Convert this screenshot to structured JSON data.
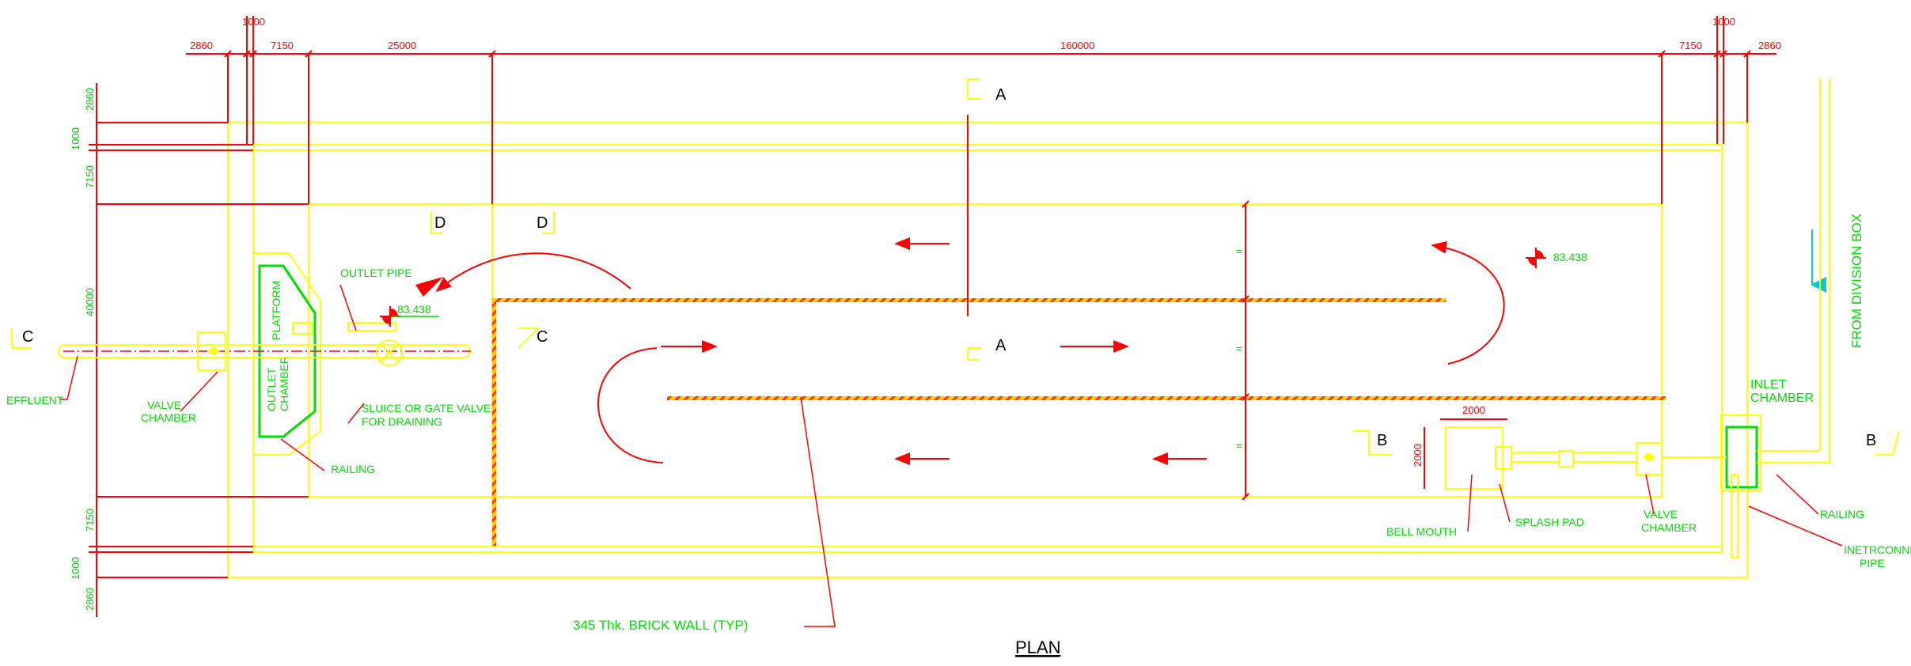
{
  "title": "PLAN",
  "dims_top": {
    "d2860_l": "2860",
    "d1000_l": "1000",
    "d7150_l": "7150",
    "d25000": "25000",
    "d160000": "160000",
    "d7150_r": "7150",
    "d1000_r": "1000",
    "d2860_r": "2860"
  },
  "dims_left": {
    "v2860_t": "2860",
    "v1000_t": "1000",
    "v7150_t": "7150",
    "v40000": "40000",
    "v7150_b": "7150",
    "v1000_b": "1000",
    "v2860_b": "2860"
  },
  "dims_splash": {
    "w": "2000",
    "h": "2000"
  },
  "sections": {
    "a_top": "A",
    "a_bot": "A",
    "b_left": "B",
    "b_right": "B",
    "c_left": "C",
    "c_mid": "C",
    "d_left": "D",
    "d_right": "D"
  },
  "labels": {
    "outlet_pipe": "OUTLET PIPE",
    "level_left": "83.438",
    "level_right": "83.438",
    "platform": "PLATFORM",
    "outlet_chamber_1": "OUTLET",
    "outlet_chamber_2": "CHAMBER",
    "effluent": "EFFLUENT",
    "valve_chamber_l1": "VALVE",
    "valve_chamber_l2": "CHAMBER",
    "sluice_1": "SLUICE OR GATE VALVE",
    "sluice_2": "FOR DRAINING",
    "railing_l": "RAILING",
    "brick_wall": "345 Thk. BRICK WALL (TYP)",
    "bell_mouth": "BELL MOUTH",
    "splash_pad": "SPLASH PAD",
    "valve_chamber_r1": "VALVE",
    "valve_chamber_r2": "CHAMBER",
    "inlet_chamber_1": "INLET",
    "inlet_chamber_2": "CHAMBER",
    "railing_r": "RAILING",
    "interconnect_1": "INETRCONNECTING",
    "interconnect_2": "PIPE",
    "from_division": "FROM DIVISION BOX",
    "eq1": "=",
    "eq2": "=",
    "eq3": "="
  },
  "colors": {
    "outline": "#ffff00",
    "dimension": "#ff0000",
    "label": "#00dd00",
    "flow": "#00cccc",
    "background": "#ffffff"
  }
}
